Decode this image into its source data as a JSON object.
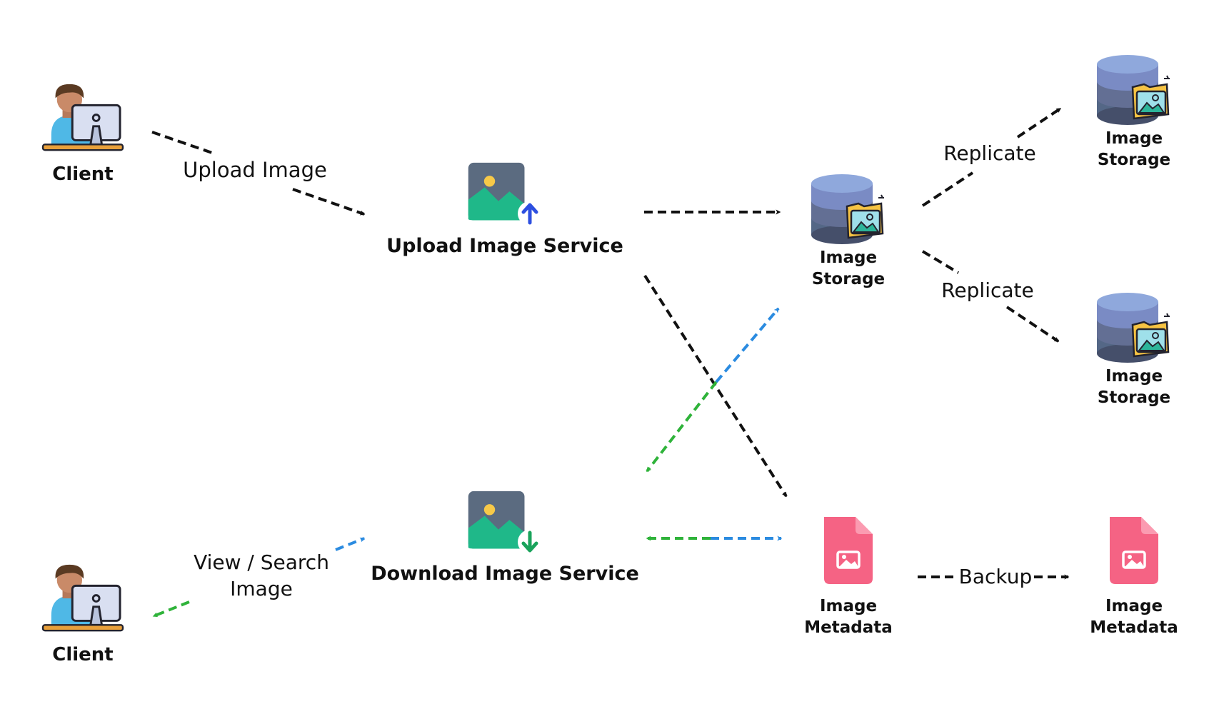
{
  "nodes": {
    "client_top": {
      "label": "Client"
    },
    "client_bottom": {
      "label": "Client"
    },
    "upload_service": {
      "label": "Upload Image Service"
    },
    "download_service": {
      "label": "Download Image Service"
    },
    "storage_primary": {
      "line1": "Image",
      "line2": "Storage"
    },
    "storage_replica_1": {
      "line1": "Image",
      "line2": "Storage"
    },
    "storage_replica_2": {
      "line1": "Image",
      "line2": "Storage"
    },
    "metadata_primary": {
      "line1": "Image",
      "line2": "Metadata"
    },
    "metadata_backup": {
      "line1": "Image",
      "line2": "Metadata"
    }
  },
  "edges": {
    "upload_image": {
      "label": "Upload Image"
    },
    "view_search": {
      "line1": "View / Search",
      "line2": "Image"
    },
    "replicate_1": {
      "label": "Replicate"
    },
    "replicate_2": {
      "label": "Replicate"
    },
    "backup": {
      "label": "Backup"
    }
  },
  "colors": {
    "flow_black": "#111111",
    "flow_blue": "#2b8be0",
    "flow_green": "#2fb33a",
    "upload_arrow": "#2d4fe0",
    "download_arrow": "#19a35b",
    "image_tile": "#5b6b80",
    "mountain": "#1fb889",
    "sun": "#f7c948",
    "db_top": "#8fa8dc",
    "db_body": "#546786",
    "folder": "#f6c343",
    "doc_pink": "#f56384",
    "person_shirt": "#4fb8e6",
    "person_hair": "#5a3a22",
    "person_skin": "#b6795a",
    "monitor": "#d9dff1"
  },
  "icons": [
    "person-at-computer-icon",
    "image-upload-icon",
    "image-download-icon",
    "database-with-folder-icon",
    "image-document-icon"
  ]
}
